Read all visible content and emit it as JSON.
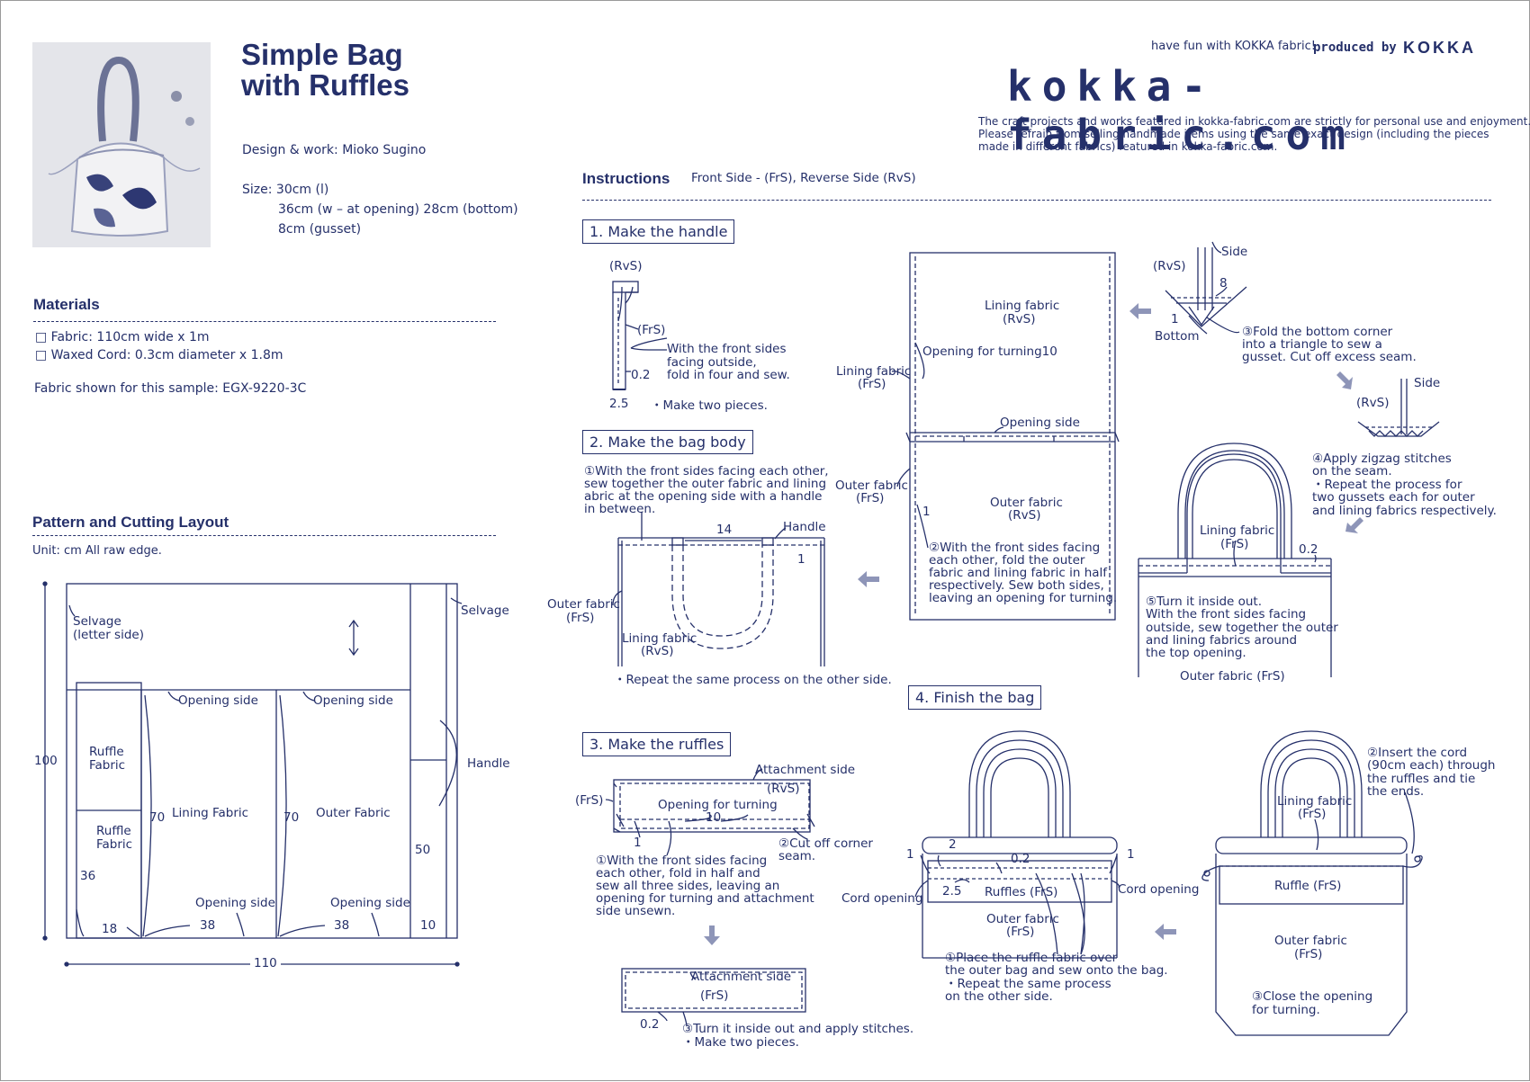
{
  "header": {
    "title_line1": "Simple Bag",
    "title_line2": "with Ruffles",
    "design": "Design & work: Mioko Sugino",
    "size_line1": "Size: 30cm (l)",
    "size_line2": "36cm (w – at opening)  28cm (bottom)",
    "size_line3": "8cm (gusset)",
    "tagline": "have fun with KOKKA fabric!",
    "produced_by": "produced by",
    "brand": "KOKKA",
    "logo": "kokka-fabric.com",
    "notice_line1": "The craft projects and works featured in kokka-fabric.com are strictly for personal use and enjoyment.",
    "notice_line2": "Please refrain from selling handmade items using the same exact design (including the pieces",
    "notice_line3": "made in different fabrics) featured in kokka-fabric.com."
  },
  "materials": {
    "title": "Materials",
    "item1": "□ Fabric: 110cm wide x 1m",
    "item2": "□ Waxed Cord: 0.3cm diameter x 1.8m",
    "sample": "Fabric shown for this sample: EGX-9220-3C"
  },
  "pattern": {
    "title": "Pattern and Cutting Layout",
    "unit": "Unit: cm    All raw edge.",
    "selvage_left_1": "Selvage",
    "selvage_left_2": "(letter side)",
    "selvage_right": "Selvage",
    "ruffle_1a": "Ruffle",
    "ruffle_1b": "Fabric",
    "ruffle_2a": "Ruffle",
    "ruffle_2b": "Fabric",
    "lining": "Lining Fabric",
    "outer": "Outer Fabric",
    "opening_top_1": "Opening side",
    "opening_top_2": "Opening side",
    "opening_bot_1": "Opening side",
    "opening_bot_2": "Opening side",
    "handle": "Handle",
    "d100": "100",
    "d110": "110",
    "d70a": "70",
    "d70b": "70",
    "d36": "36",
    "d18": "18",
    "d38a": "38",
    "d38b": "38",
    "d50": "50",
    "d10": "10"
  },
  "instructions": {
    "title": "Instructions",
    "legend": "Front Side - (FrS), Reverse Side (RvS)"
  },
  "step1": {
    "title": "1. Make the handle",
    "rvs": "(RvS)",
    "frs": "(FrS)",
    "note1": "With the front sides",
    "note2": "facing outside,",
    "note3": "fold in four and sew.",
    "d02": "0.2",
    "d25": "2.5",
    "note4": "・Make two pieces."
  },
  "step2": {
    "title": "2. Make the bag body",
    "note1": "①With the front sides facing each other,",
    "note2": "sew together the outer fabric and lining",
    "note3": "abric at the opening side with a handle",
    "note4": "in between.",
    "d14": "14",
    "handle": "Handle",
    "d1": "1",
    "outer1": "Outer fabric",
    "outer2": "(FrS)",
    "lining1": "Lining fabric",
    "lining2": "(RvS)",
    "repeat": "・Repeat the same process on the other side."
  },
  "panel": {
    "lining1": "Lining fabric",
    "lining2": "(RvS)",
    "opening_turn": "Opening for turning10",
    "lining_frs1": "Lining fabric",
    "lining_frs2": "(FrS)",
    "opening_side": "Opening side",
    "outer_frs1": "Outer fabric",
    "outer_frs2": "(FrS)",
    "d1": "1",
    "outer1": "Outer fabric",
    "outer2": "(RvS)",
    "note1": "②With the front sides facing",
    "note2": "each other, fold the outer",
    "note3": "fabric and lining fabric in half",
    "note4": "respectively. Sew both sides,",
    "note5": "leaving an opening for turning."
  },
  "corner": {
    "rvs": "(RvS)",
    "side": "Side",
    "d8": "8",
    "d1": "1",
    "bottom": "Bottom",
    "note1": "③Fold the bottom corner",
    "note2": "into a triangle to sew a",
    "note3": "gusset. Cut off excess seam.",
    "side2": "Side",
    "rvs2": "(RvS)",
    "zig1": "④Apply zigzag stitches",
    "zig2": "on the seam.",
    "zig3": "・Repeat the process for",
    "zig4": "two gussets each for outer",
    "zig5": "and lining fabrics respectively."
  },
  "turn": {
    "lining1": "Lining fabric",
    "lining2": "(FrS)",
    "d02": "0.2",
    "note1": "⑤Turn it inside out.",
    "note2": "With the front sides facing",
    "note3": "outside, sew together the outer",
    "note4": "and lining fabrics around",
    "note5": "the top opening.",
    "outer": "Outer fabric (FrS)"
  },
  "step3": {
    "title": "3. Make the ruffles",
    "attach": "Attachment side",
    "rvs": "(RvS)",
    "frs": "(FrS)",
    "opening": "Opening for turning",
    "d10": "10",
    "d1": "1",
    "cut1": "②Cut off corner",
    "cut2": "seam.",
    "note1": "①With the front sides facing",
    "note2": "each other, fold in half and",
    "note3": "sew all three sides, leaving an",
    "note4": "opening for turning and attachment",
    "note5": "side unsewn.",
    "attach2": "Attachment side",
    "frs2": "(FrS)",
    "d02": "0.2",
    "turn1": "③Turn it inside out and apply stitches.",
    "turn2": "・Make two pieces."
  },
  "step4": {
    "title": "4. Finish the bag",
    "d1a": "1",
    "d2": "2",
    "d02": "0.2",
    "d1b": "1",
    "d25": "2.5",
    "ruffles": "Ruffles (FrS)",
    "cord_l": "Cord opening",
    "cord_r": "Cord opening",
    "outer1": "Outer fabric",
    "outer2": "(FrS)",
    "place1": "①Place the ruffle fabric over",
    "place2": "the outer bag and sew onto the bag.",
    "place3": "・Repeat the same process",
    "place4": "on the other side.",
    "insert1": "②Insert the cord",
    "insert2": "(90cm each) through",
    "insert3": "the ruffles and tie",
    "insert4": "the ends.",
    "lining1": "Lining fabric",
    "lining2": "(FrS)",
    "ruffle": "Ruffle (FrS)",
    "outer_f1": "Outer fabric",
    "outer_f2": "(FrS)",
    "close1": "③Close the opening",
    "close2": "for turning."
  }
}
